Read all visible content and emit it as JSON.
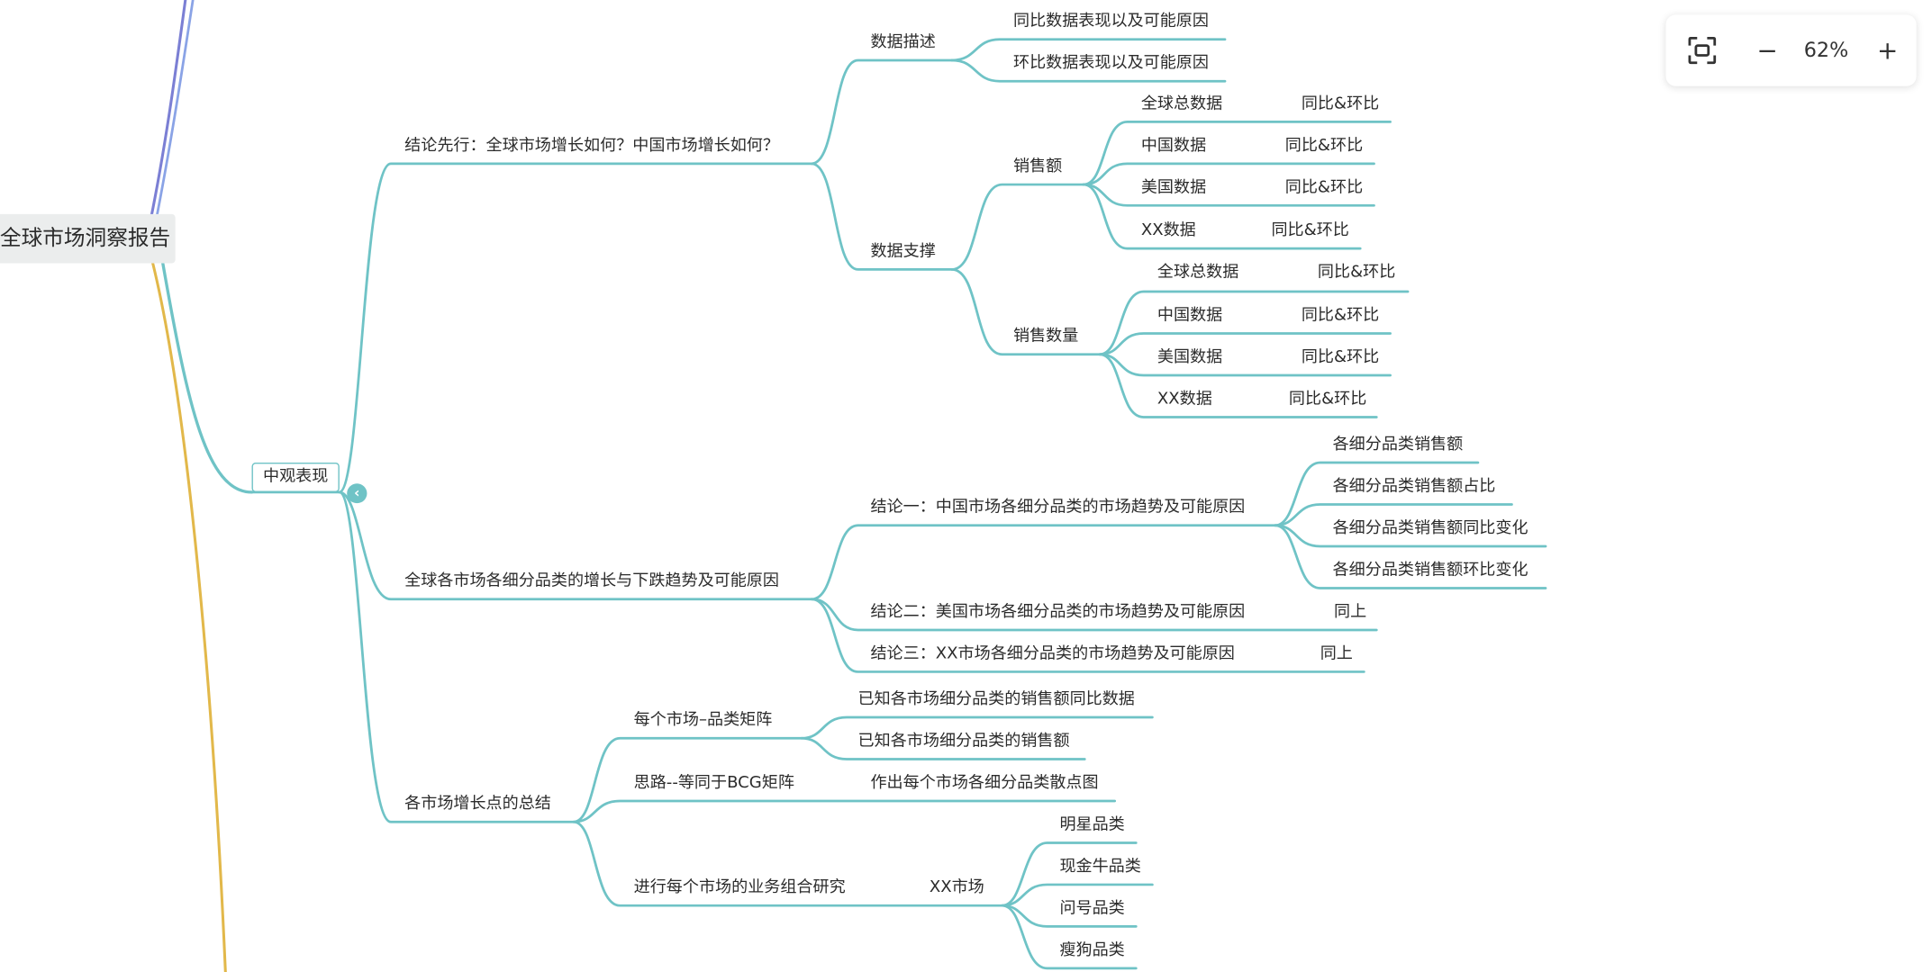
{
  "colors": {
    "branch": "#6fc3c6",
    "branch_gold": "#e2b84a",
    "branch_purple": "#7b7fd4",
    "branch_blue": "#8aa3e6",
    "root_bg": "#ebeded"
  },
  "root": "全球市场洞察报告",
  "mid": "中观表现",
  "controls": {
    "fit_icon": "fit-screen-icon",
    "zoom_out": "−",
    "zoom_level": "62%",
    "zoom_in": "+"
  },
  "branches": {
    "b1": {
      "label": "结论先行：全球市场增长如何？中国市场增长如何？",
      "desc": {
        "label": "数据描述",
        "yoy": "同比数据表现以及可能原因",
        "mom": "环比数据表现以及可能原因"
      },
      "support": {
        "label": "数据支撑",
        "sales": {
          "label": "销售额",
          "rows": [
            {
              "k": "全球总数据",
              "v": "同比&环比"
            },
            {
              "k": "中国数据",
              "v": "同比&环比"
            },
            {
              "k": "美国数据",
              "v": "同比&环比"
            },
            {
              "k": "XX数据",
              "v": "同比&环比"
            }
          ]
        },
        "qty": {
          "label": "销售数量",
          "rows": [
            {
              "k": "全球总数据",
              "v": "同比&环比"
            },
            {
              "k": "中国数据",
              "v": "同比&环比"
            },
            {
              "k": "美国数据",
              "v": "同比&环比"
            },
            {
              "k": "XX数据",
              "v": "同比&环比"
            }
          ]
        }
      }
    },
    "b2": {
      "label": "全球各市场各细分品类的增长与下跌趋势及可能原因",
      "c1": {
        "label": "结论一：中国市场各细分品类的市场趋势及可能原因",
        "items": [
          "各细分品类销售额",
          "各细分品类销售额占比",
          "各细分品类销售额同比变化",
          "各细分品类销售额环比变化"
        ]
      },
      "c2": {
        "label": "结论二：美国市场各细分品类的市场趋势及可能原因",
        "same": "同上"
      },
      "c3": {
        "label": "结论三：XX市场各细分品类的市场趋势及可能原因",
        "same": "同上"
      }
    },
    "b3": {
      "label": "各市场增长点的总结",
      "matrix": {
        "label": "每个市场–品类矩阵",
        "items": [
          "已知各市场细分品类的销售额同比数据",
          "已知各市场细分品类的销售额"
        ]
      },
      "bcg": {
        "label": "思路--等同于BCG矩阵",
        "item": "作出每个市场各细分品类散点图"
      },
      "portfolio": {
        "label": "进行每个市场的业务组合研究",
        "market": "XX市场",
        "items": [
          "明星品类",
          "现金牛品类",
          "问号品类",
          "瘦狗品类"
        ]
      }
    }
  }
}
